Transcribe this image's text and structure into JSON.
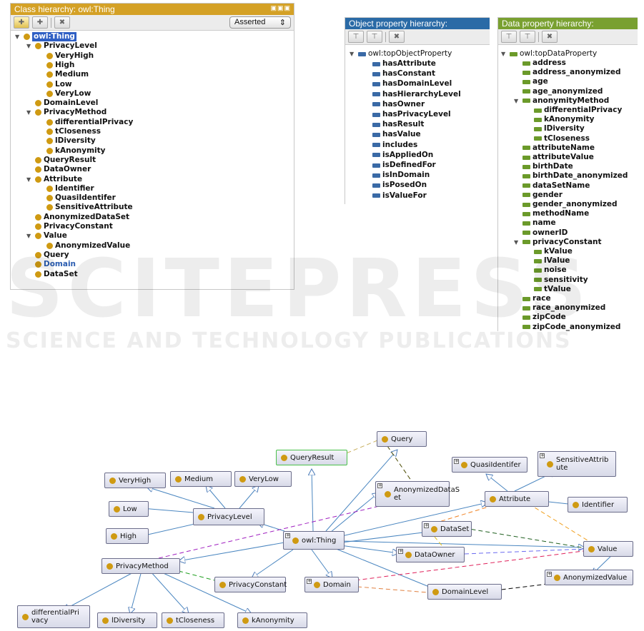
{
  "colors": {
    "class_title": "#d4a126",
    "object_title": "#2a6aa6",
    "data_title": "#79a030"
  },
  "class_panel": {
    "title": "Class hierarchy: owl:Thing",
    "mode": "Asserted",
    "nodes": [
      "owl:Thing",
      "PrivacyLevel",
      "VeryHigh",
      "High",
      "Medium",
      "Low",
      "VeryLow",
      "DomainLevel",
      "PrivacyMethod",
      "differentialPrivacy",
      "tCloseness",
      "lDiversity",
      "kAnonymity",
      "QueryResult",
      "DataOwner",
      "Attribute",
      "Identifier",
      "QuasiIdentifer",
      "SensitiveAttribute",
      "AnonymizedDataSet",
      "PrivacyConstant",
      "Value",
      "AnonymizedValue",
      "Query",
      "Domain",
      "DataSet"
    ]
  },
  "object_panel": {
    "title": "Object property hierarchy:",
    "root": "owl:topObjectProperty",
    "items": [
      "hasAttribute",
      "hasConstant",
      "hasDomainLevel",
      "hasHierarchyLevel",
      "hasOwner",
      "hasPrivacyLevel",
      "hasResult",
      "hasValue",
      "includes",
      "isAppliedOn",
      "isDefinedFor",
      "isInDomain",
      "isPosedOn",
      "isValueFor"
    ]
  },
  "data_panel": {
    "title": "Data property hierarchy:",
    "root": "owl:topDataProperty",
    "nodes": [
      "address",
      "address_anonymized",
      "age",
      "age_anonymized",
      "anonymityMethod",
      "differentialPrivacy",
      "kAnonymity",
      "lDiversity",
      "tCloseness",
      "attributeName",
      "attributeValue",
      "birthDate",
      "birthDate_anonymized",
      "dataSetName",
      "gender",
      "gender_anonymized",
      "methodName",
      "name",
      "ownerID",
      "privacyConstant",
      "kValue",
      "lValue",
      "noise",
      "sensitivity",
      "tValue",
      "race",
      "race_anonymized",
      "zipCode",
      "zipCode_anonymized"
    ]
  },
  "watermark": {
    "line1": "SCITEPRESS",
    "line2": "SCIENCE AND TECHNOLOGY PUBLICATIONS"
  },
  "graph": {
    "nodes": {
      "query": "Query",
      "queryresult": "QueryResult",
      "anonymizeddataset": "AnonymizedDataS et",
      "quasiidentifer": "QuasiIdentifer",
      "sensitiveattribute": "SensitiveAttrib ute",
      "veryhigh": "VeryHigh",
      "medium": "Medium",
      "verylow": "VeryLow",
      "low": "Low",
      "privacylevel": "PrivacyLevel",
      "attribute": "Attribute",
      "identifier": "Identifier",
      "high": "High",
      "owlthing": "owl:Thing",
      "dataset": "DataSet",
      "dataowner": "DataOwner",
      "value": "Value",
      "privacymethod": "PrivacyMethod",
      "privacyconstant": "PrivacyConstant",
      "domain": "Domain",
      "domainlevel": "DomainLevel",
      "anonymizedvalue": "AnonymizedValue",
      "differentialprivacy": "differentialPri vacy",
      "ldiversity": "lDiversity",
      "tcloseness": "tCloseness",
      "kanonymity": "kAnonymity"
    }
  }
}
